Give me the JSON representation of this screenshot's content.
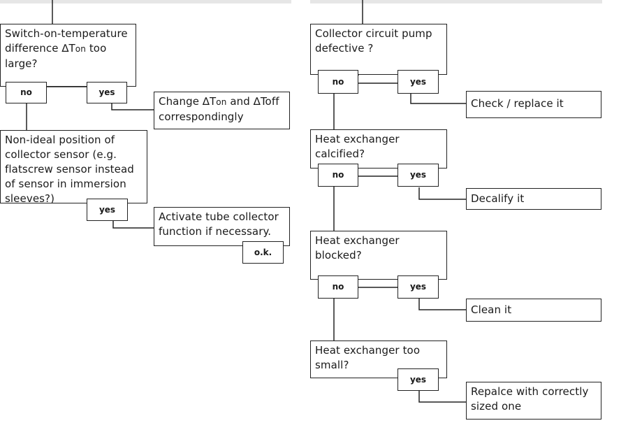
{
  "labels": {
    "no": "no",
    "yes": "yes",
    "ok": "o.k."
  },
  "left": {
    "q1": {
      "prefix": "Switch-on-temperature difference ∆T",
      "sub": "on",
      "suffix": " too large?"
    },
    "a1": {
      "pre": "Change ∆T",
      "sub": "on",
      "post": " and ∆Toff correspondingly"
    },
    "q2": "Non-ideal position of collector sensor (e.g. flatscrew sensor instead of sensor in immersion sleeves?)",
    "a2": "Activate tube collector function if necessary."
  },
  "right": {
    "q1": "Collector circuit pump defective ?",
    "a1": "Check / replace it",
    "q2": "Heat exchanger calcified?",
    "a2": "Decalify it",
    "q3": "Heat exchanger blocked?",
    "a3": "Clean it",
    "q4": "Heat exchanger too small?",
    "a4": "Repalce with correctly sized one"
  }
}
